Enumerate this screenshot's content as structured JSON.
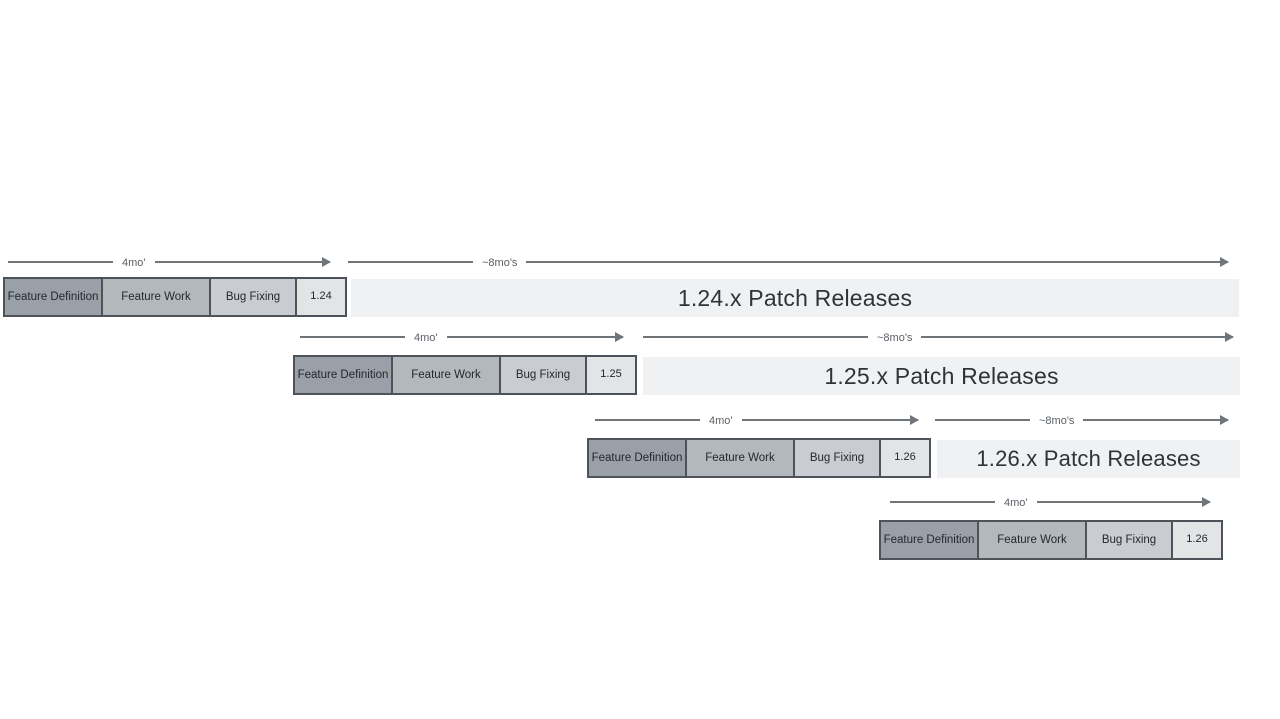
{
  "diagram": {
    "type": "release-cadence-timeline",
    "dev_duration_label": "4mo'",
    "patch_duration_label": "~8mo's",
    "phases": [
      "Feature Definition",
      "Feature Work",
      "Bug Fixing"
    ],
    "rows": [
      {
        "version": "1.24",
        "patch_release_label": "1.24.x Patch Releases"
      },
      {
        "version": "1.25",
        "patch_release_label": "1.25.x Patch Releases"
      },
      {
        "version": "1.26",
        "patch_release_label": "1.26.x Patch Releases"
      },
      {
        "version": "1.26",
        "patch_release_label": ""
      }
    ],
    "colors": {
      "feature_definition_fill": "#9aa0a7",
      "feature_work_fill": "#b3b8bd",
      "bug_fixing_fill": "#c9cdd1",
      "version_box_fill": "#e2e4e6",
      "patch_bar_fill": "#f0f1f3",
      "box_border": "#4e5359",
      "arrow": "#70757a",
      "text_dark": "#2f3337"
    }
  }
}
